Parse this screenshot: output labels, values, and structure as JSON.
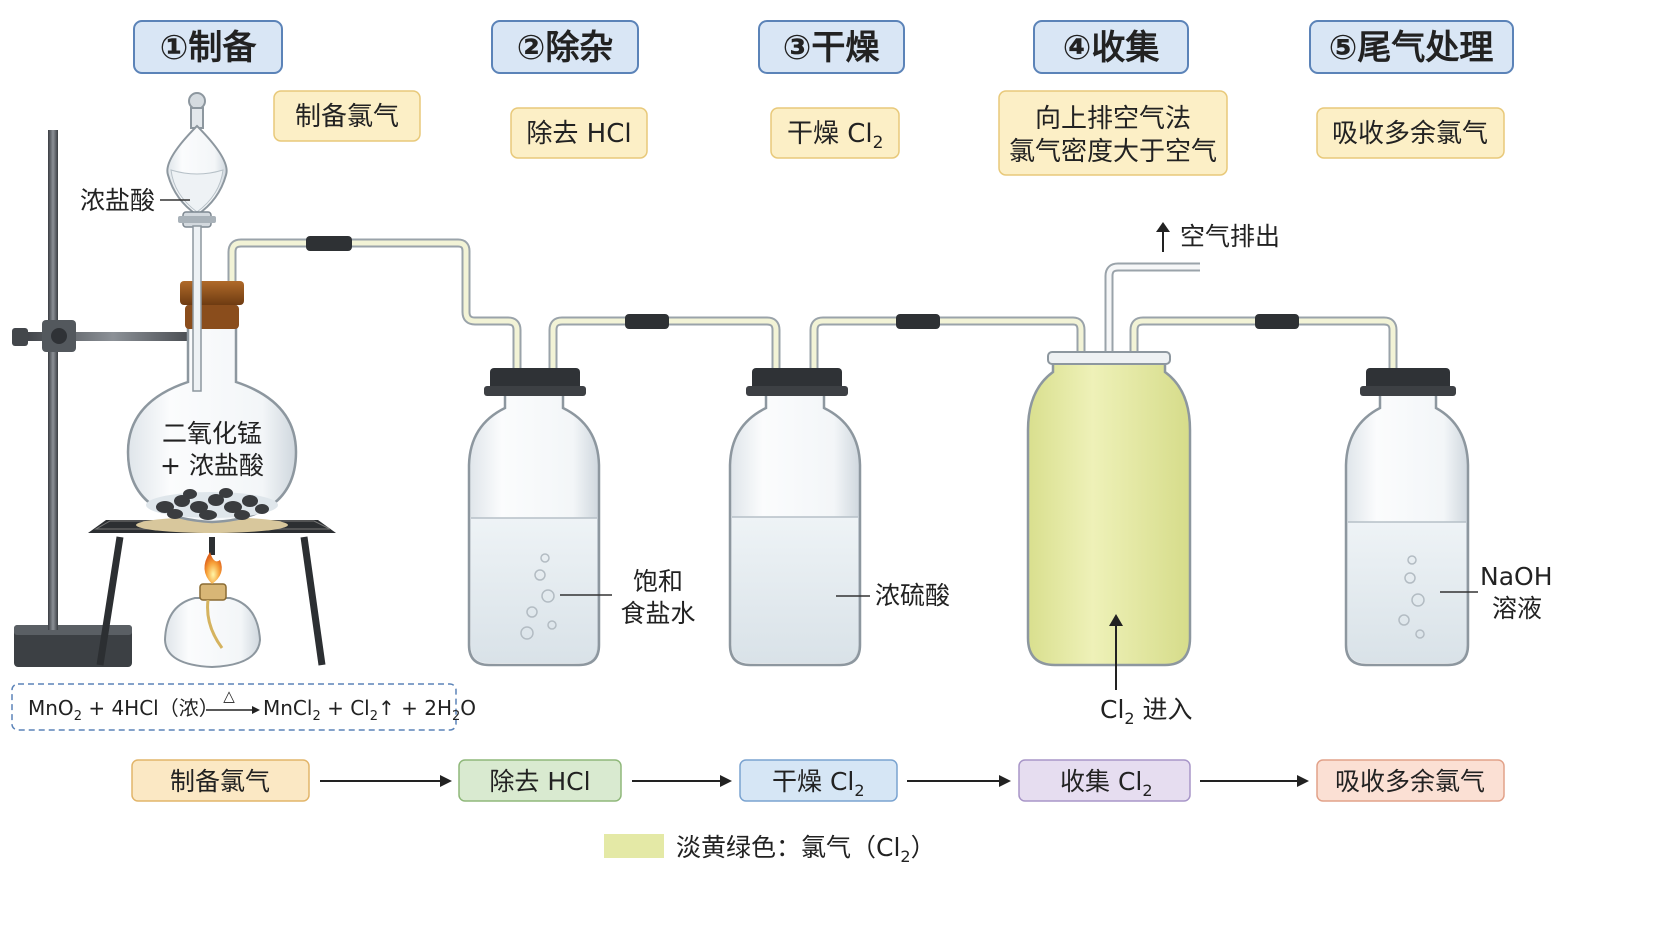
{
  "steps": [
    {
      "header": "①制备",
      "desc": [
        "制备氯气"
      ]
    },
    {
      "header": "②除杂",
      "desc": [
        "除去 HCl"
      ]
    },
    {
      "header": "③干燥",
      "desc": [
        "干燥 Cl",
        "2"
      ]
    },
    {
      "header": "④收集",
      "desc": [
        "向上排空气法",
        "氯气密度大于空气"
      ]
    },
    {
      "header": "⑤尾气处理",
      "desc": [
        "吸收多余氯气"
      ]
    }
  ],
  "apparatus_labels": {
    "acid": "浓盐酸",
    "flask_line1": "二氧化锰",
    "flask_line2": "+ 浓盐酸",
    "brine_line1": "饱和",
    "brine_line2": "食盐水",
    "sulfuric": "浓硫酸",
    "air_out": "空气排出",
    "cl2_in_a": "Cl",
    "cl2_in_sub": "2",
    "cl2_in_b": " 进入",
    "naoh_line1": "NaOH",
    "naoh_line2": "溶液"
  },
  "equation": {
    "p1": "MnO",
    "s1": "2",
    "p2": " + 4HCl（浓）",
    "cond": "△",
    "p3": "MnCl",
    "s3": "2",
    "p4": " + Cl",
    "s4": "2",
    "p5": "↑ + 2H",
    "s5": "2",
    "p6": "O"
  },
  "flow": [
    {
      "text": "制备氯气",
      "sub": ""
    },
    {
      "text": "除去 HCl",
      "sub": ""
    },
    {
      "text": "干燥 Cl",
      "sub": "2"
    },
    {
      "text": "收集 Cl",
      "sub": "2"
    },
    {
      "text": "吸收多余氯气",
      "sub": ""
    }
  ],
  "legend": {
    "text": "淡黄绿色：氯气（Cl",
    "sub": "2",
    "end": "）"
  },
  "colors": {
    "header_fill": "#d9e6f5",
    "header_stroke": "#5b83b8",
    "desc_fill": "#fcefc6",
    "desc_stroke": "#e8c97a",
    "chlorine": "#e4e9a6",
    "flow_fills": [
      "#fbe8c4",
      "#d9ead0",
      "#d6e6f5",
      "#e6ddf0",
      "#fbe0d4"
    ],
    "flow_strokes": [
      "#e2b56a",
      "#8fb87a",
      "#7aa3d0",
      "#a896c8",
      "#e2a28a"
    ]
  }
}
